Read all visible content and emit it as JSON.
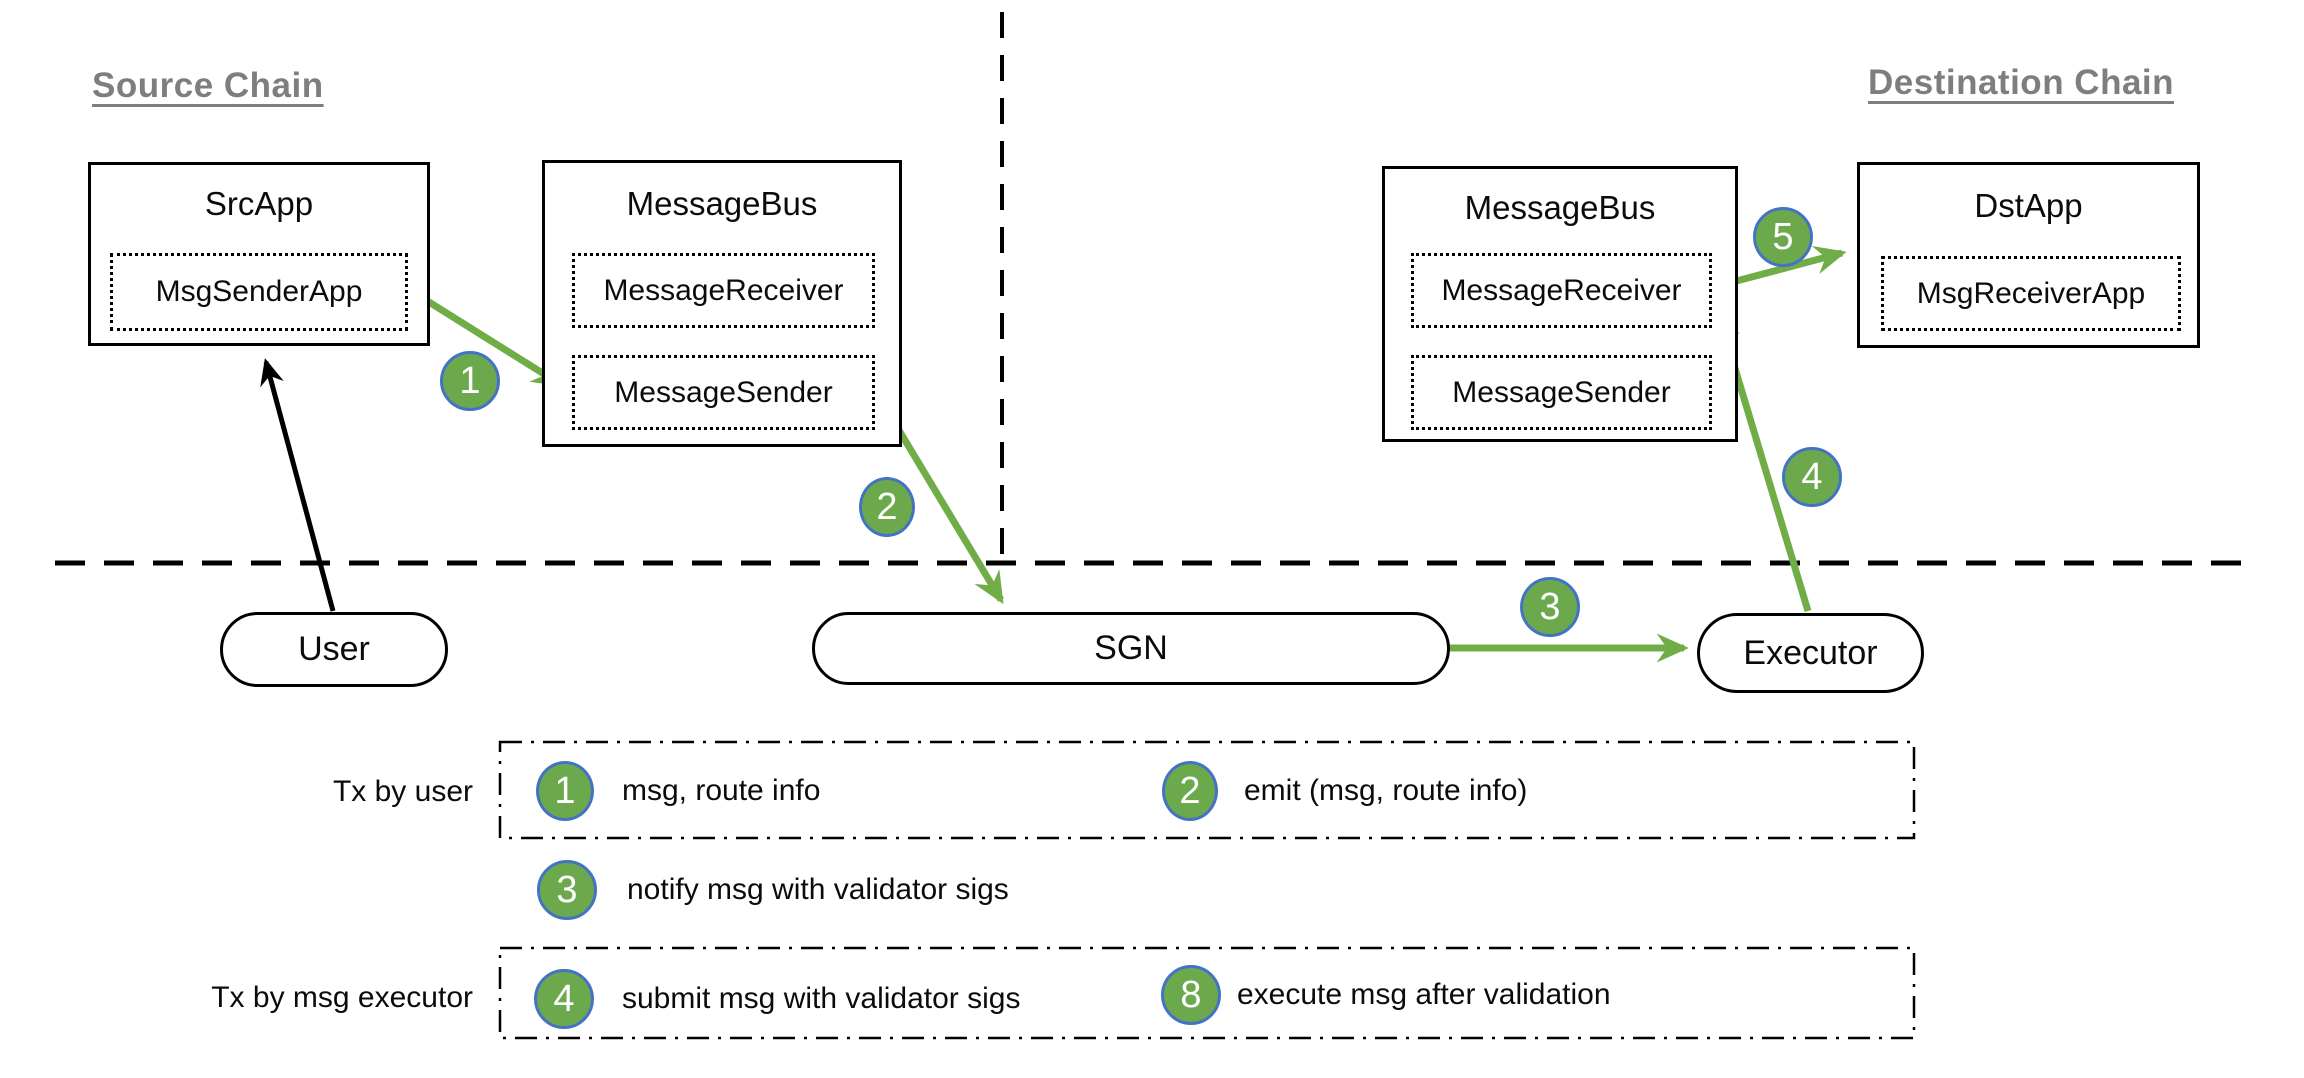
{
  "colors": {
    "arrow_green": "#70ad47",
    "badge_fill": "#6ca94d",
    "badge_border": "#4472c4",
    "heading_gray": "#7e7e7e"
  },
  "headings": {
    "source": "Source Chain",
    "destination": "Destination Chain"
  },
  "boxes": {
    "src_app": {
      "title": "SrcApp",
      "inner": "MsgSenderApp"
    },
    "message_bus_src": {
      "title": "MessageBus",
      "receiver": "MessageReceiver",
      "sender": "MessageSender"
    },
    "message_bus_dst": {
      "title": "MessageBus",
      "receiver": "MessageReceiver",
      "sender": "MessageSender"
    },
    "dst_app": {
      "title": "DstApp",
      "inner": "MsgReceiverApp"
    }
  },
  "pills": {
    "user": "User",
    "sgn": "SGN",
    "executor": "Executor"
  },
  "badges": {
    "s1": "1",
    "s2": "2",
    "s3": "3",
    "s4": "4",
    "s5": "5"
  },
  "legend": {
    "row1_label": "Tx by user",
    "row3_label": "Tx by msg executor",
    "items": [
      {
        "num": "1",
        "text": "msg, route info"
      },
      {
        "num": "2",
        "text": "emit (msg, route info)"
      },
      {
        "num": "3",
        "text": "notify msg with validator sigs"
      },
      {
        "num": "4",
        "text": "submit msg with validator sigs"
      },
      {
        "num": "8",
        "text": "execute msg after validation"
      }
    ]
  }
}
